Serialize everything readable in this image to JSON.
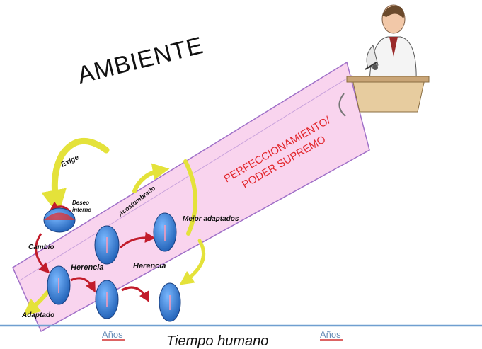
{
  "title": "AMBIENTE",
  "band_text": [
    "PERFECCIONAMIENTO/",
    "PODER SUPREMO"
  ],
  "labels": {
    "exige": "Exige",
    "deseo_interno_1": "Deseo",
    "deseo_interno_2": "interno",
    "acostumbrado": "Acostumbrado",
    "mejor_adaptados": "Mejor adaptados",
    "cambio": "Cambio",
    "herencia_1": "Herencia",
    "herencia_2": "Herencia",
    "adaptado": "Adaptado"
  },
  "axis": {
    "anos_left": "Años",
    "tiempo_humano": "Tiempo humano",
    "anos_right": "Años"
  },
  "colors": {
    "band_fill": "#f9d4ee",
    "band_stroke": "#a070c8",
    "band_text": "#e2262c",
    "cell_blue": "#2f7ed8",
    "arrow_red": "#c21c2b",
    "arrow_yellow": "#e4e23a",
    "axis_line": "#6f9fd0",
    "anos_underline": "#d03030"
  },
  "icons": [
    "speaker-at-podium-icon",
    "blue-cell-icon",
    "curved-arrow-icon"
  ]
}
